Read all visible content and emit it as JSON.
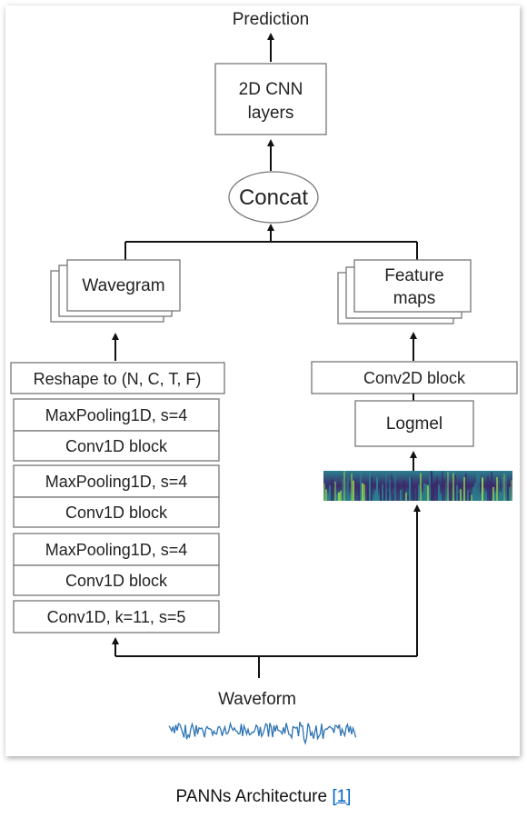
{
  "diagram": {
    "prediction": "Prediction",
    "cnn_top": "2D CNN",
    "cnn_bottom": "layers",
    "concat": "Concat",
    "wavegram": "Wavegram",
    "feature_top": "Feature",
    "feature_bottom": "maps",
    "reshape": "Reshape to (N, C, T, F)",
    "maxpool_1": "MaxPooling1D, s=4",
    "conv1d_block_1": "Conv1D block",
    "maxpool_2": "MaxPooling1D, s=4",
    "conv1d_block_2": "Conv1D block",
    "maxpool_3": "MaxPooling1D, s=4",
    "conv1d_block_3": "Conv1D block",
    "conv1d_first": "Conv1D, k=11, s=5",
    "conv2d_block": "Conv2D block",
    "logmel": "Logmel",
    "waveform": "Waveform"
  },
  "colors": {
    "arrow": "#111111",
    "box_border": "#777777",
    "spectrogram_dark": "#3b2a6b",
    "spectrogram_mid": "#2a7f8e",
    "spectrogram_light": "#8fd14f",
    "waveform": "#2e74b5",
    "link": "#0563c1"
  },
  "caption": {
    "text": "PANNs Architecture ",
    "ref": "[1]"
  }
}
